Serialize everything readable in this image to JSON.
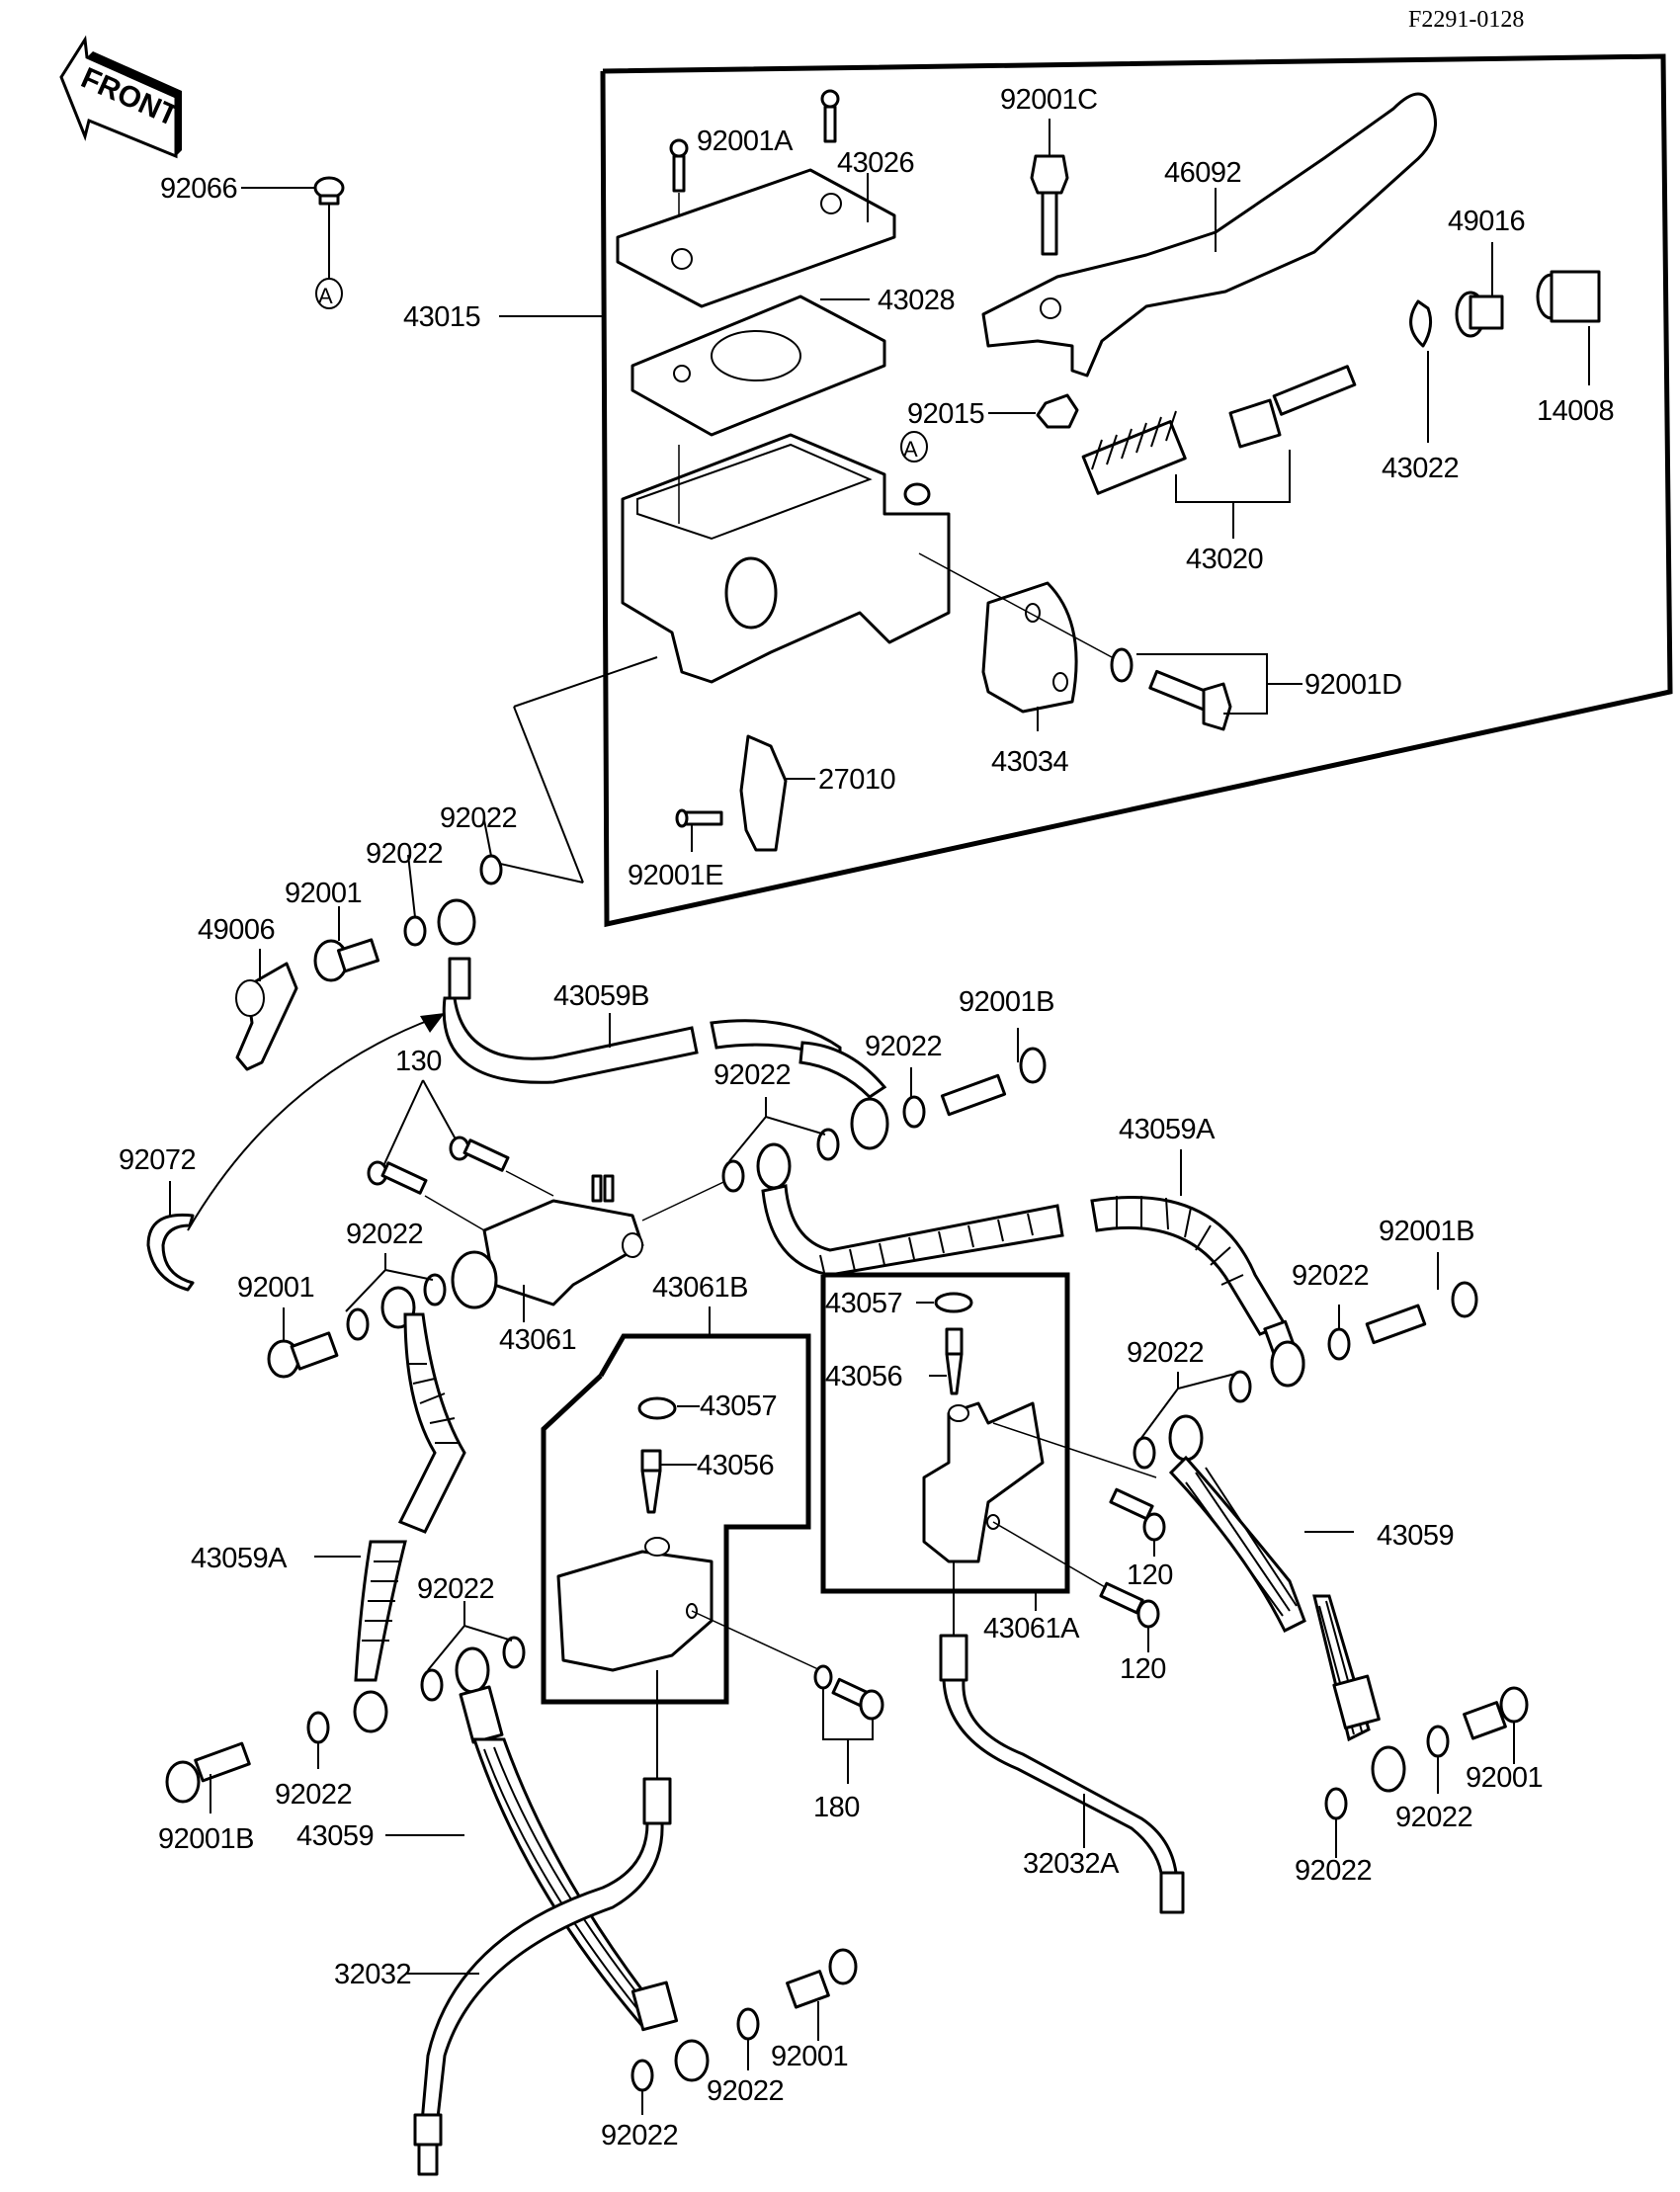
{
  "diagram": {
    "reference_code": "F2291-0128",
    "direction_marker": "FRONT",
    "connector_marker": "A",
    "groups": [
      {
        "name": "master-cylinder-assembly",
        "part": "43015"
      },
      {
        "name": "valve-assembly-b",
        "part": "43061B"
      },
      {
        "name": "valve-assembly-a",
        "part": "43061A"
      }
    ],
    "labels": {
      "p92066": "92066",
      "p43015": "43015",
      "p92001A": "92001A",
      "p43026": "43026",
      "p43028": "43028",
      "p92001C": "92001C",
      "p46092": "46092",
      "p49016": "49016",
      "p14008": "14008",
      "p43022": "43022",
      "p92015": "92015",
      "p43020": "43020",
      "p92001D": "92001D",
      "p43034": "43034",
      "p27010": "27010",
      "p92001E": "92001E",
      "p92022_top_a": "92022",
      "p92022_top_b": "92022",
      "p92001_top": "92001",
      "p49006": "49006",
      "p43059B": "43059B",
      "p92022_mid_a": "92022",
      "p92001B_mid": "92001B",
      "p92022_mid_b": "92022",
      "p130": "130",
      "p92072": "92072",
      "p43059A_right": "43059A",
      "p92001B_right": "92001B",
      "p92022_right_a": "92022",
      "p92022_left": "92022",
      "p92001_left": "92001",
      "p43061": "43061",
      "p43061B": "43061B",
      "p43057_b": "43057",
      "p43056_b": "43056",
      "p43057_a": "43057",
      "p43056_a": "43056",
      "p92022_right_b": "92022",
      "p43059_right": "43059",
      "p120_a": "120",
      "p120_b": "120",
      "p43061A": "43061A",
      "p43059A_left": "43059A",
      "p92022_lowleft": "92022",
      "p92022_lowleft_b": "92022",
      "p92001B_left": "92001B",
      "p180": "180",
      "p32032A": "32032A",
      "p92022_lr_a": "92022",
      "p92022_lr_b": "92022",
      "p92001_lr": "92001",
      "p43059_left": "43059",
      "p32032": "32032",
      "p92001_bottom": "92001",
      "p92022_bottom_a": "92022",
      "p92022_bottom_b": "92022"
    }
  }
}
